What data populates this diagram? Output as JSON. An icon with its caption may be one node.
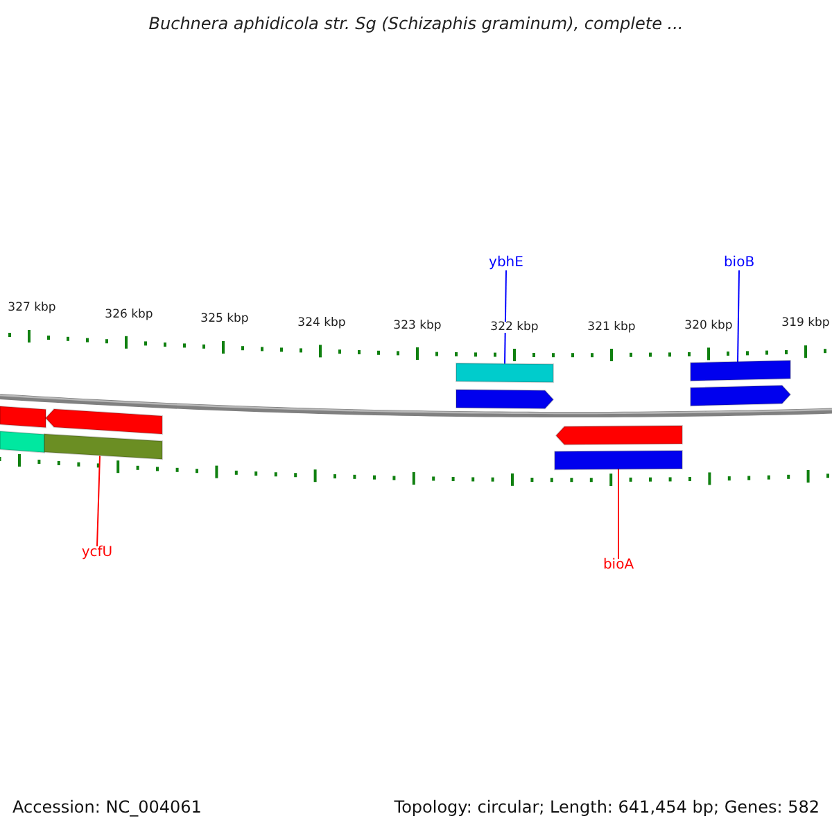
{
  "diagram": {
    "title": "Buchnera aphidicola str. Sg (Schizaphis graminum), complete ...",
    "nodes": [
      {
        "text": [
          "ybhE"
        ]
      },
      {
        "text": [
          "bioB"
        ]
      },
      {
        "text": [],
        "shape": "bar"
      },
      {
        "text": [],
        "shape": "bar"
      },
      {
        "text": [],
        "shape": "pentagon"
      },
      {
        "text": [],
        "shape": "bar"
      },
      {
        "text": [],
        "shape": "bar"
      },
      {
        "text": [],
        "shape": "pentagon"
      },
      {
        "text": [],
        "shape": "pentagon"
      },
      {
        "text": [],
        "shape": "bar"
      },
      {
        "text": [],
        "shape": "bar"
      },
      {
        "text": [],
        "shape": "pentagon"
      },
      {
        "text": [
          "ycfU"
        ]
      },
      {
        "text": [
          "bioA"
        ]
      }
    ],
    "edges": [
      {
        "from": 0,
        "to": 6,
        "arrow": "none",
        "color": "#0000ff"
      },
      {
        "from": 1,
        "to": 10,
        "arrow": "none",
        "color": "#0000ff"
      },
      {
        "from": 12,
        "to": 5,
        "arrow": "none",
        "color": "#ff0000"
      },
      {
        "from": 13,
        "to": 9,
        "arrow": "none",
        "color": "#ff0000"
      }
    ],
    "labels": [
      "327 kbp",
      "326 kbp",
      "325 kbp",
      "324 kbp",
      "323 kbp",
      "322 kbp",
      "321 kbp",
      "320 kbp",
      "319 kbp",
      "Accession: NC_004061",
      "Topology: circular; Length: 641,454 bp; Genes: 582"
    ]
  }
}
